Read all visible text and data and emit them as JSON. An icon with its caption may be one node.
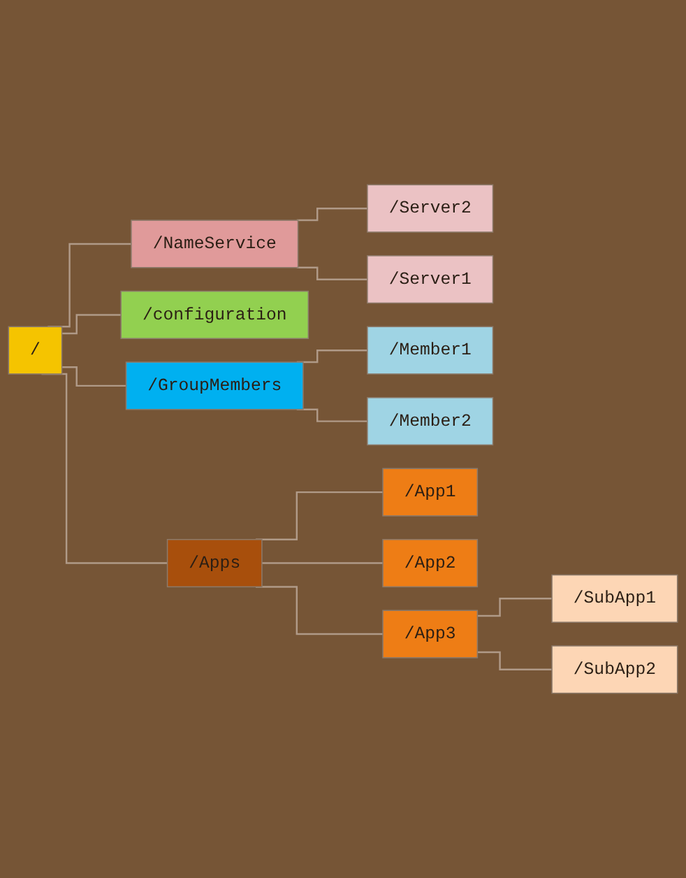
{
  "diagram": {
    "nodes": [
      {
        "text": [
          "/"
        ]
      },
      {
        "text": [
          "/NameService"
        ]
      },
      {
        "text": [
          "/Server2"
        ]
      },
      {
        "text": [
          "/Server1"
        ]
      },
      {
        "text": [
          "/configuration"
        ]
      },
      {
        "text": [
          "/GroupMembers"
        ]
      },
      {
        "text": [
          "/Member1"
        ]
      },
      {
        "text": [
          "/Member2"
        ]
      },
      {
        "text": [
          "/Apps"
        ]
      },
      {
        "text": [
          "/App1"
        ]
      },
      {
        "text": [
          "/App2"
        ]
      },
      {
        "text": [
          "/App3"
        ]
      },
      {
        "text": [
          "/SubApp1"
        ]
      },
      {
        "text": [
          "/SubApp2"
        ]
      }
    ],
    "edges": [
      {
        "from": 0,
        "to": 1,
        "arrow": "none"
      },
      {
        "from": 1,
        "to": 2,
        "arrow": "none"
      },
      {
        "from": 1,
        "to": 3,
        "arrow": "none"
      },
      {
        "from": 0,
        "to": 4,
        "arrow": "none"
      },
      {
        "from": 0,
        "to": 5,
        "arrow": "none"
      },
      {
        "from": 5,
        "to": 6,
        "arrow": "none"
      },
      {
        "from": 5,
        "to": 7,
        "arrow": "none"
      },
      {
        "from": 0,
        "to": 8,
        "arrow": "none"
      },
      {
        "from": 8,
        "to": 9,
        "arrow": "none"
      },
      {
        "from": 8,
        "to": 10,
        "arrow": "none"
      },
      {
        "from": 8,
        "to": 11,
        "arrow": "none"
      },
      {
        "from": 11,
        "to": 12,
        "arrow": "none"
      },
      {
        "from": 11,
        "to": 13,
        "arrow": "none"
      }
    ]
  }
}
